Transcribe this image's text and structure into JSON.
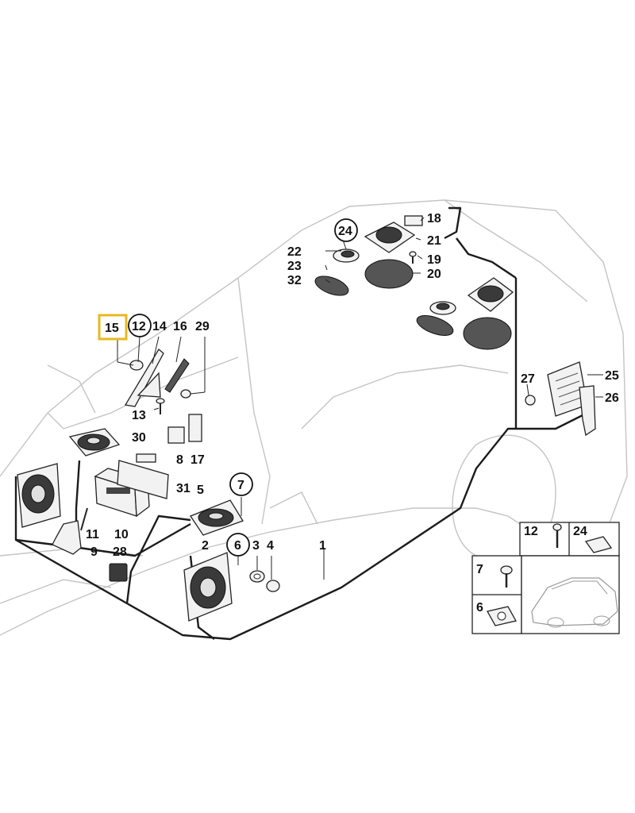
{
  "highlighted_callout": "15",
  "callouts": {
    "c1": "1",
    "c2": "2",
    "c3": "3",
    "c4": "4",
    "c5": "5",
    "c6": "6",
    "c7": "7",
    "c8": "8",
    "c9": "9",
    "c10": "10",
    "c11": "11",
    "c12": "12",
    "c13": "13",
    "c14": "14",
    "c15": "15",
    "c16": "16",
    "c17": "17",
    "c18": "18",
    "c19": "19",
    "c20": "20",
    "c21": "21",
    "c22": "22",
    "c23": "23",
    "c24": "24",
    "c25": "25",
    "c26": "26",
    "c27": "27",
    "c28": "28",
    "c29": "29",
    "c30": "30",
    "c31": "31",
    "c32": "32"
  },
  "legend": {
    "item12": "12",
    "item24": "24",
    "item7": "7",
    "item6": "6"
  },
  "colors": {
    "highlight": "#e8b820",
    "ink": "#111111",
    "outline": "#c4c4c4"
  }
}
